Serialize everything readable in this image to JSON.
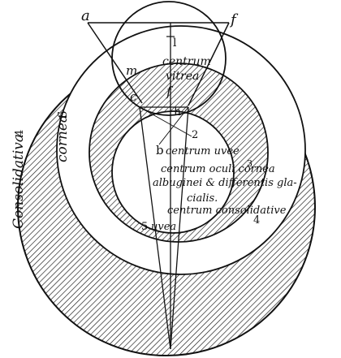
{
  "points": {
    "a": "a",
    "f_top": "f",
    "l": "l",
    "m": "m",
    "c": "c",
    "f_mid": "f",
    "h": "h",
    "b": "b",
    "num2": "2",
    "num3": "3",
    "num4": "4",
    "num5": "5"
  },
  "labels": {
    "centrum_vitrea_1": "centrum",
    "centrum_vitrea_2": "vitrea",
    "cornea": "cornea",
    "consolidativa": "Consolidativa",
    "centrum_uvee": "centrum uvee",
    "centrum_oculi_1": "centrum oculi cornea",
    "centrum_oculi_2": "albuginei & differentis gla-",
    "centrum_oculi_3": "cialis.",
    "centrum_consolidative": "centrum consolidative",
    "uvea": "uvea"
  },
  "numerals": {
    "cornea_num": "6",
    "consolidativa_num": "4"
  }
}
